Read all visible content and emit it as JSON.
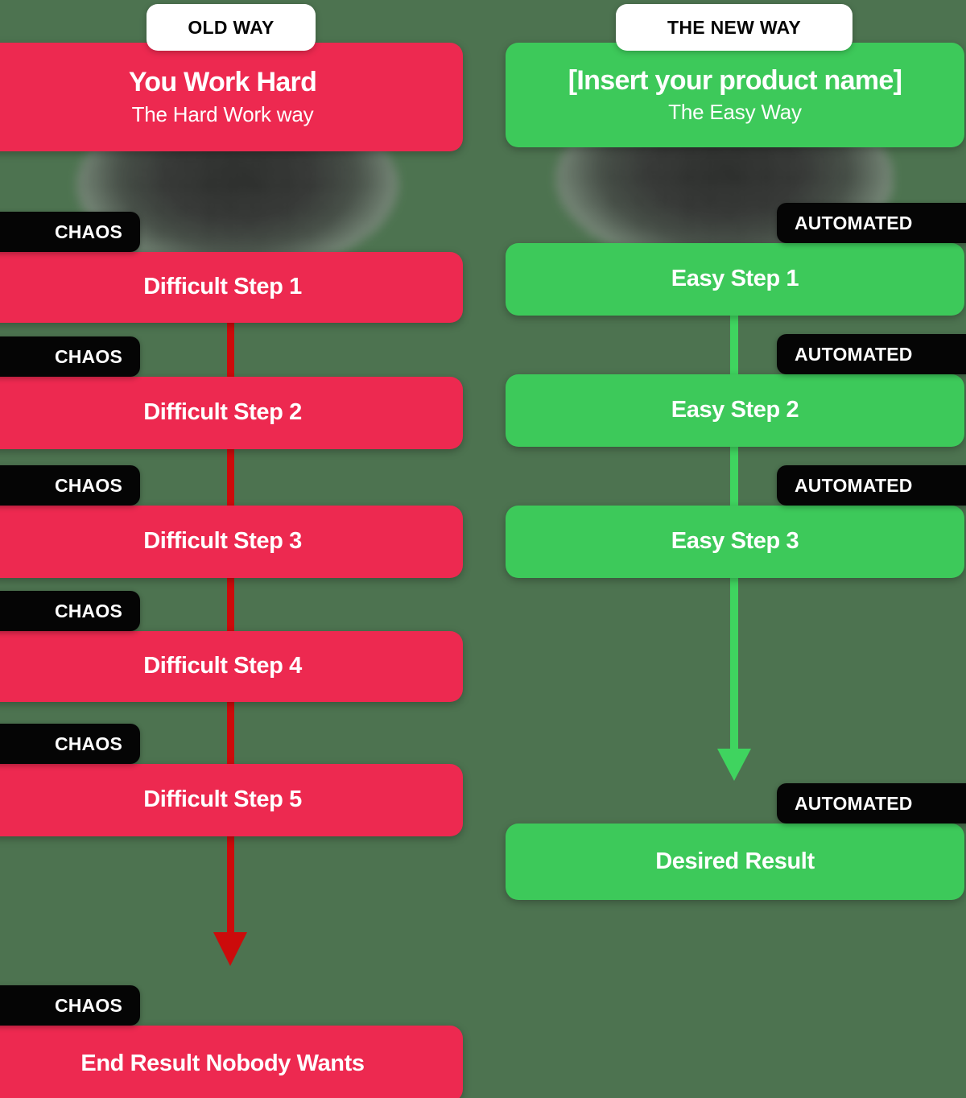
{
  "page": {
    "background_color": "#4d7350",
    "title": "Old Way vs New Way Comparison"
  },
  "colors": {
    "red_card": "#ED2950",
    "green_card": "#3DC95A",
    "red_connector": "#CC0B0B",
    "green_connector": "#3FD45F",
    "tag_background": "#050505",
    "pill_background": "#FFFFFF"
  },
  "columns": {
    "old": {
      "pill_label": "OLD WAY",
      "header": {
        "title": "You Work Hard",
        "subtitle": "The Hard Work way"
      },
      "tag_label": "CHAOS",
      "steps": [
        {
          "tag": "CHAOS",
          "label": "Difficult Step 1"
        },
        {
          "tag": "CHAOS",
          "label": "Difficult Step 2"
        },
        {
          "tag": "CHAOS",
          "label": "Difficult Step 3"
        },
        {
          "tag": "CHAOS",
          "label": "Difficult Step 4"
        },
        {
          "tag": "CHAOS",
          "label": "Difficult Step 5"
        }
      ],
      "result": {
        "tag": "CHAOS",
        "label": "End Result Nobody Wants"
      }
    },
    "new": {
      "pill_label": "THE NEW WAY",
      "header": {
        "title": "[Insert your product name]",
        "subtitle": "The Easy Way"
      },
      "tag_label": "AUTOMATED",
      "steps": [
        {
          "tag": "AUTOMATED",
          "label": "Easy Step 1"
        },
        {
          "tag": "AUTOMATED",
          "label": "Easy Step 2"
        },
        {
          "tag": "AUTOMATED",
          "label": "Easy Step 3"
        }
      ],
      "result": {
        "tag": "AUTOMATED",
        "label": "Desired Result"
      }
    }
  }
}
